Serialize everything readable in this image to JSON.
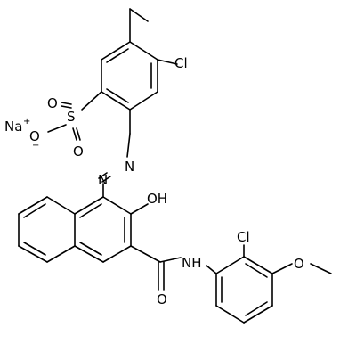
{
  "molecule": {
    "atoms": {
      "cl_ring": "Cl",
      "sulfur": "S",
      "o_top": "O",
      "o_bottom": "O",
      "o_anion": "O",
      "anion_charge": "−",
      "sodium": "Na",
      "sodium_charge": "+",
      "n_azo_1": "N",
      "n_azo_2": "N",
      "oh": "OH",
      "o_carbonyl": "O",
      "nh": "NH",
      "cl_aryl": "Cl",
      "o_methoxy": "O"
    }
  }
}
